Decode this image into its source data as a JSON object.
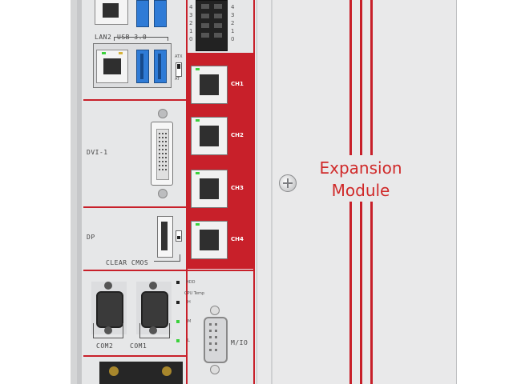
{
  "labels": {
    "lan2": "LAN2",
    "usb30": "USB 3.0",
    "dvi": "DVI-1",
    "dp": "DP",
    "clear_cmos": "CLEAR CMOS",
    "com2": "COM2",
    "com1": "COM1",
    "mio": "M/IO",
    "at": "AT",
    "atx": "ATX"
  },
  "led_labels": [
    "HDD",
    "CPU Temp",
    "H",
    "M",
    "L"
  ],
  "dio_numbers_left": [
    "4",
    "3",
    "2",
    "1",
    "0"
  ],
  "dio_numbers_right": [
    "4",
    "3",
    "2",
    "1",
    "0"
  ],
  "poe_channels": [
    "CH1",
    "CH2",
    "CH3",
    "CH4"
  ],
  "expansion": {
    "line1": "Expansion",
    "line2": "Module"
  },
  "colors": {
    "accent_red": "#c8202a",
    "panel_gray": "#e6e7e8",
    "usb_blue": "#2f7bd6",
    "led_green": "#3bd13b"
  }
}
